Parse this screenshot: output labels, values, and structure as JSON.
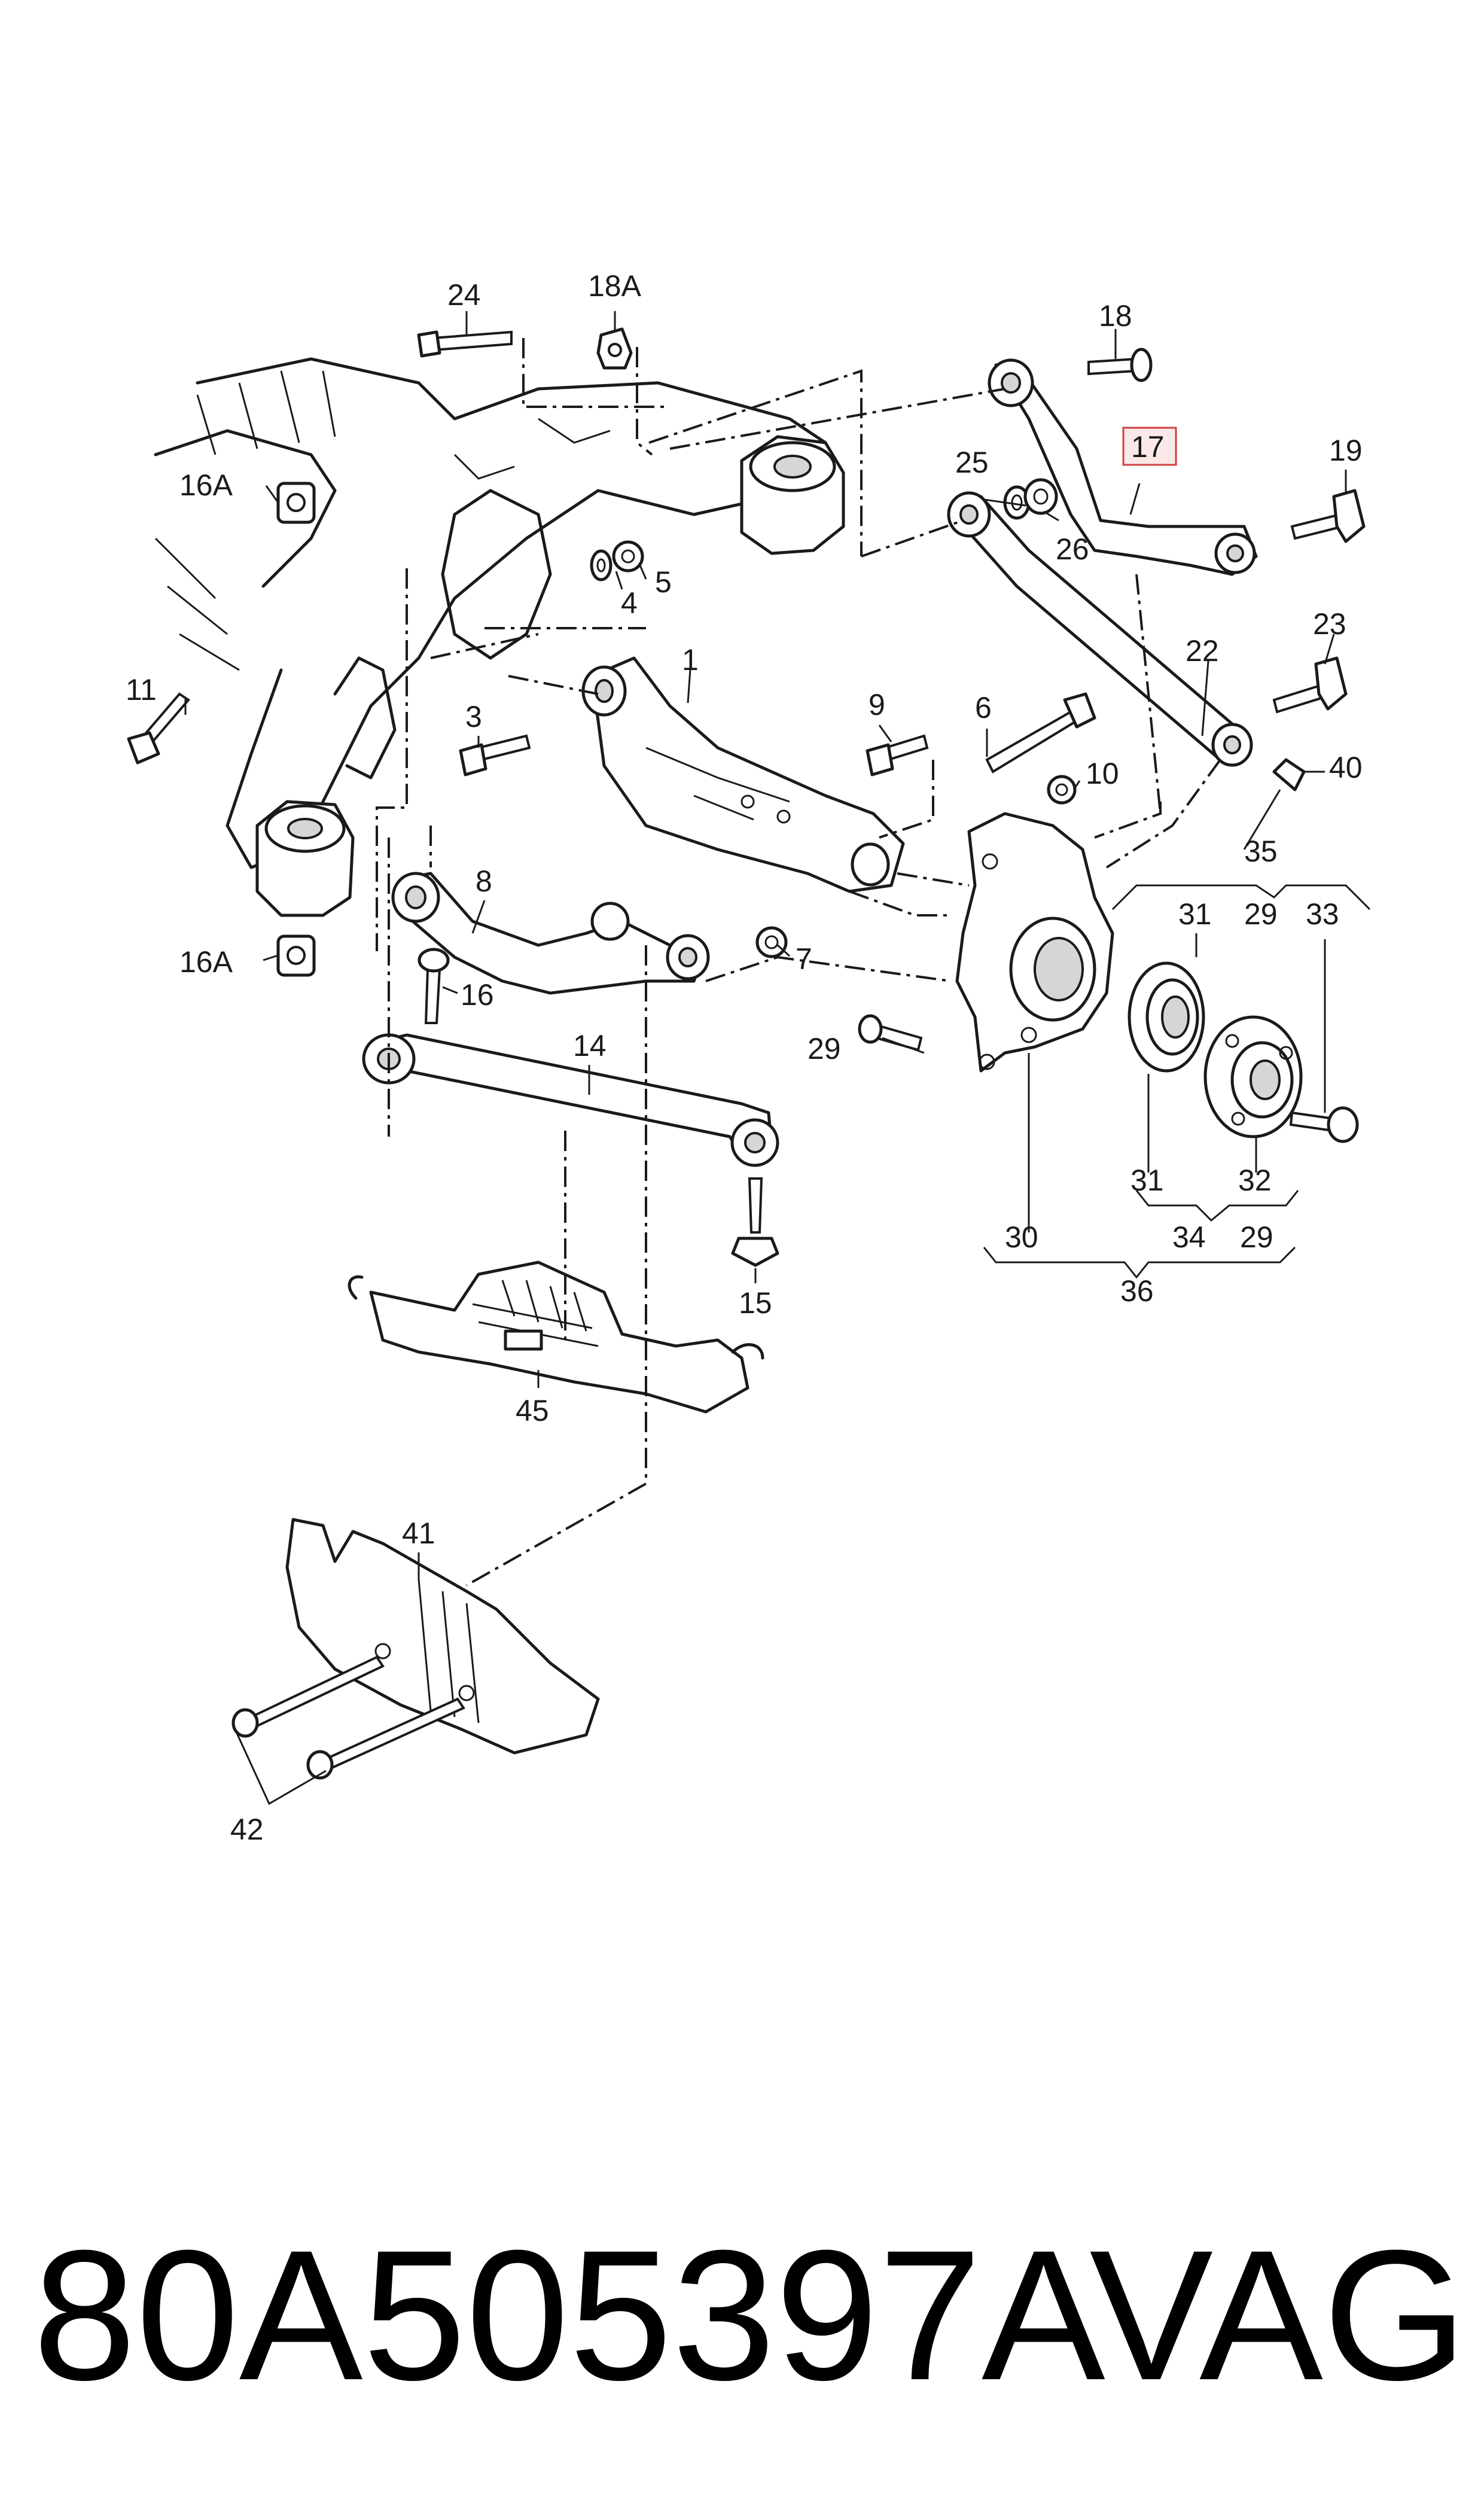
{
  "callouts": {
    "c1": "1",
    "c3": "3",
    "c4": "4",
    "c5": "5",
    "c6": "6",
    "c7": "7",
    "c8": "8",
    "c9": "9",
    "c10": "10",
    "c11": "11",
    "c14": "14",
    "c15": "15",
    "c16": "16",
    "c16a_top": "16A",
    "c16a_bottom": "16A",
    "c17": "17",
    "c18": "18",
    "c18a": "18A",
    "c19": "19",
    "c22": "22",
    "c23": "23",
    "c24": "24",
    "c25": "25",
    "c26": "26",
    "c29_left": "29",
    "c29_group35": "29",
    "c29_group36": "29",
    "c30": "30",
    "c31_top": "31",
    "c31_bottom": "31",
    "c32": "32",
    "c33": "33",
    "c34": "34",
    "c35": "35",
    "c36": "36",
    "c40": "40",
    "c41": "41",
    "c42": "42",
    "c45": "45"
  },
  "highlight": {
    "part": "17",
    "color": "#d04040",
    "fill": "#fde8e8"
  },
  "footer": {
    "part_number": "80A505397A",
    "brand": "VAG"
  }
}
